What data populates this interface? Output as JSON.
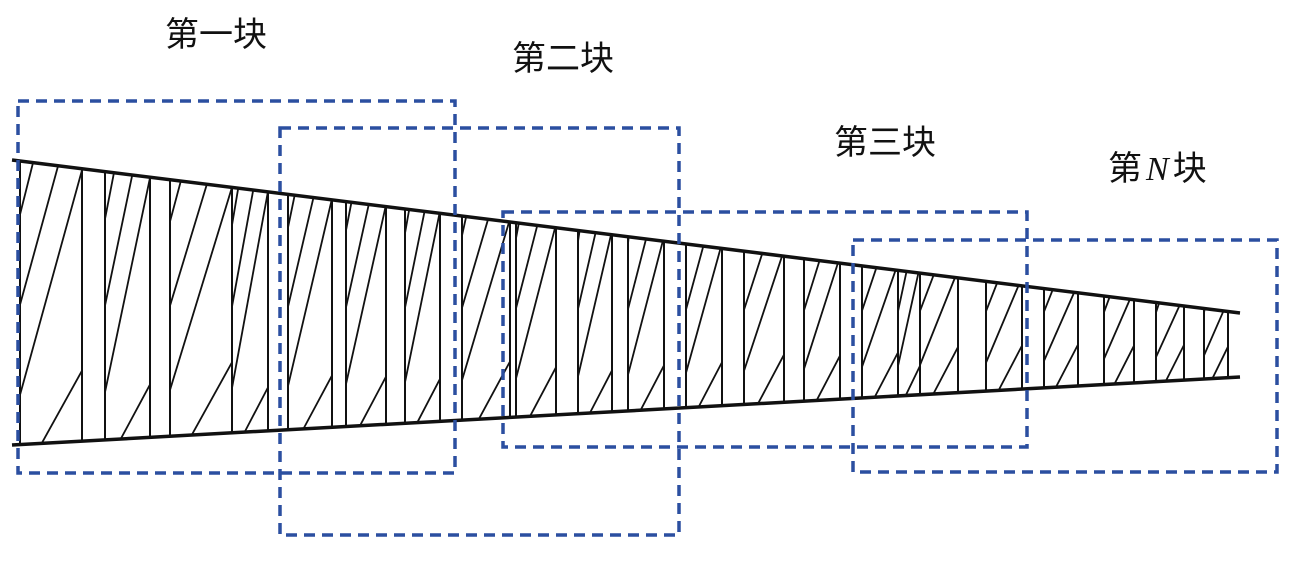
{
  "labels": {
    "block_1": "第一块",
    "block_2": "第二块",
    "block_3": "第三块",
    "block_n_prefix": "第",
    "block_n_var": "N",
    "block_n_suffix": "块"
  },
  "colors": {
    "box_stroke": "#2b4fa0",
    "shape_stroke": "#111111",
    "background": "#ffffff"
  }
}
